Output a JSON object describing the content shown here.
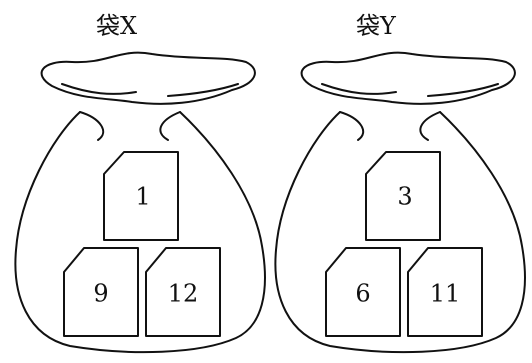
{
  "bags": [
    {
      "label": "袋X",
      "cards": [
        "1",
        "9",
        "12"
      ]
    },
    {
      "label": "袋Y",
      "cards": [
        "3",
        "6",
        "11"
      ]
    }
  ]
}
